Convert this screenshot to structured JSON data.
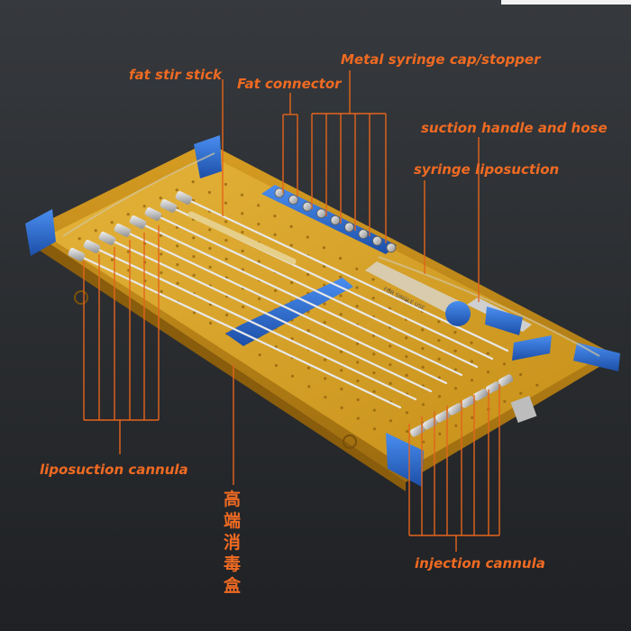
{
  "colors": {
    "background": "#2a2c2f",
    "label": "#ef6a22",
    "leader": "#e4641c",
    "tray_gold": "#c88f1c",
    "tray_blue": "#2d6fd0"
  },
  "labels": {
    "fat_stir_stick": "fat stir stick",
    "fat_connector": "Fat connector",
    "metal_cap": "Metal syringe cap/stopper",
    "suction_handle": "suction handle and hose",
    "syringe_lipo": "syringe liposuction",
    "lipo_cannula": "liposuction cannula",
    "injection_cannula": "injection cannula",
    "box_cn_chars": [
      "高",
      "端",
      "消",
      "毒",
      "盒"
    ]
  }
}
